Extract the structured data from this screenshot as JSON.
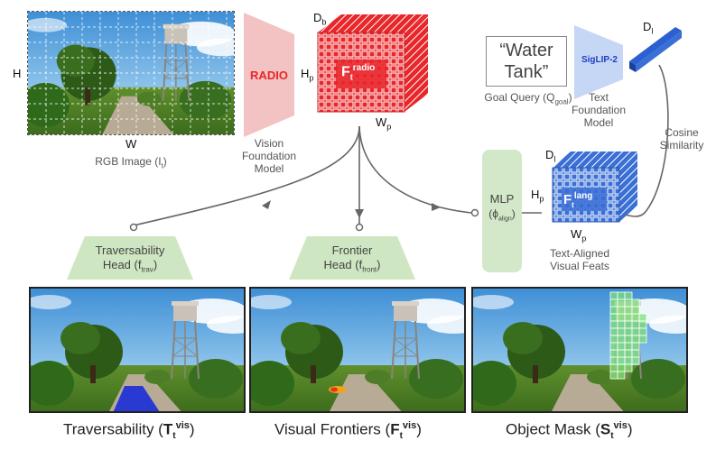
{
  "rgb": {
    "dim_h": "H",
    "dim_w": "W",
    "caption": "RGB Image (I",
    "caption_sub": "t",
    "caption_end": ")"
  },
  "radio": {
    "label": "RADIO",
    "caption": [
      "Vision",
      "Foundation",
      "Model"
    ]
  },
  "fradio": {
    "dim_d": "D",
    "dim_d_sub": "b",
    "dim_h": "H",
    "dim_h_sub": "p",
    "dim_w": "W",
    "dim_w_sub": "p",
    "symbol": "F",
    "sub": "t",
    "sup": "radio"
  },
  "goal": {
    "text_line1": "“Water",
    "text_line2": "Tank”",
    "caption": "Goal Query (Q",
    "caption_sub": "goal",
    "caption_end": ")"
  },
  "siglip": {
    "label": "SigLIP-2",
    "caption": [
      "Text",
      "Foundation",
      "Model"
    ]
  },
  "text_vec": {
    "dim": "D",
    "dim_sub": "l"
  },
  "cosine": {
    "line1": "Cosine",
    "line2": "Similarity"
  },
  "mlp": {
    "label": "MLP",
    "phi": "(ϕ",
    "phi_sub": "align",
    "phi_end": ")"
  },
  "flang": {
    "dim_d": "D",
    "dim_d_sub": "l",
    "dim_h": "H",
    "dim_h_sub": "p",
    "dim_w": "W",
    "dim_w_sub": "p",
    "symbol": "F",
    "sub": "t",
    "sup": "lang",
    "caption_line1": "Text-Aligned",
    "caption_line2": "Visual Feats"
  },
  "trav_head": {
    "line1": "Traversability",
    "line2": "Head (f",
    "sub": "trav",
    "end": ")"
  },
  "front_head": {
    "line1": "Frontier",
    "line2": "Head (f",
    "sub": "front",
    "end": ")"
  },
  "outputs": [
    {
      "label": "Traversability (",
      "sym": "T",
      "sub": "t",
      "sup": "vis",
      "end": ")"
    },
    {
      "label": "Visual Frontiers (",
      "sym": "F",
      "sub": "t",
      "sup": "vis",
      "end": ")"
    },
    {
      "label": "Object Mask (",
      "sym": "S",
      "sub": "t",
      "sup": "vis",
      "end": ")"
    }
  ],
  "colors": {
    "radio_red": "#e8272b",
    "lang_blue": "#3a6fd6",
    "head_green": "#cfe6c2",
    "mlp_green": "#d3e8c8",
    "trav_mask": "#1a2ed8",
    "frontier": "#f2a21c",
    "obj_mask": "#7fe07a"
  }
}
